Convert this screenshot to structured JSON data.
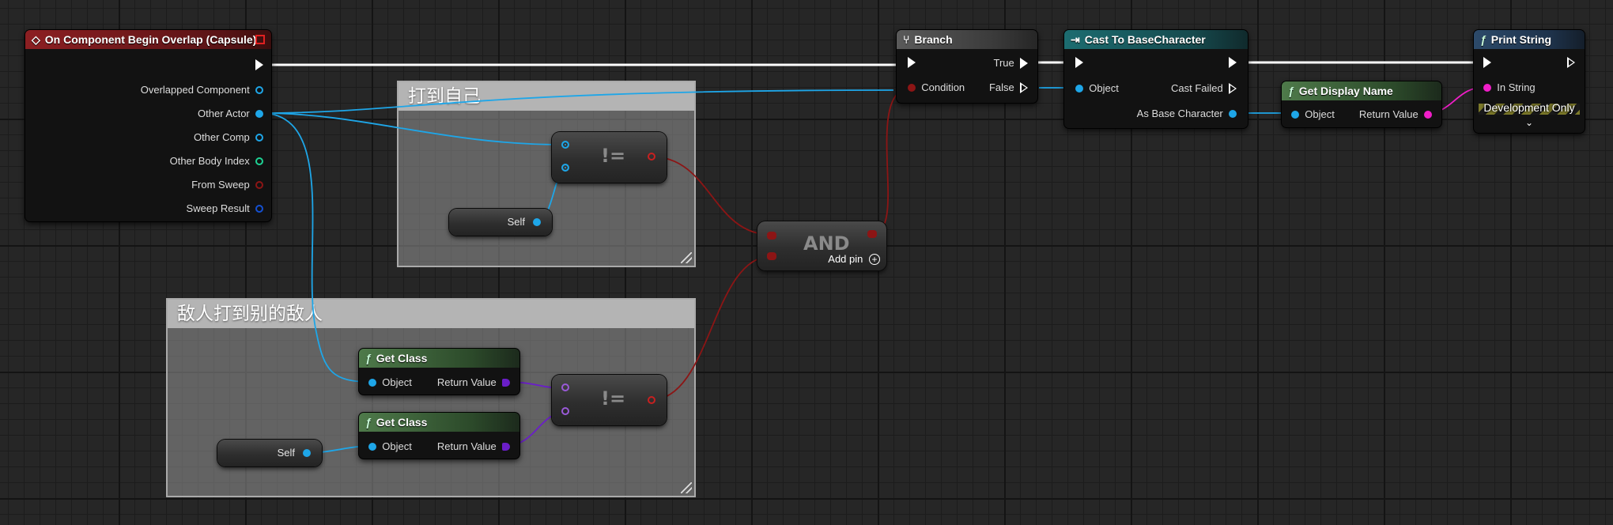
{
  "comments": {
    "self_hit": "打到自己",
    "enemy_hit": "敌人打到别的敌人"
  },
  "event_node": {
    "title": "On Component Begin Overlap (Capsule)",
    "pins": [
      "Overlapped Component",
      "Other Actor",
      "Other Comp",
      "Other Body Index",
      "From Sweep",
      "Sweep Result"
    ],
    "header_color": "#8c1f22"
  },
  "branch_node": {
    "title": "Branch",
    "true_label": "True",
    "false_label": "False",
    "condition_label": "Condition"
  },
  "cast_node": {
    "title": "Cast To BaseCharacter",
    "object_label": "Object",
    "cast_failed_label": "Cast Failed",
    "as_label": "As Base Character",
    "header_color": "#1c6c70"
  },
  "display_name_node": {
    "title": "Get Display Name",
    "object_label": "Object",
    "return_label": "Return Value"
  },
  "print_node": {
    "title": "Print String",
    "in_string_label": "In String",
    "dev_only_label": "Development Only"
  },
  "not_equal_1": {
    "symbol": "!="
  },
  "not_equal_2": {
    "symbol": "!="
  },
  "self_1": {
    "label": "Self"
  },
  "self_2": {
    "label": "Self"
  },
  "and_node": {
    "symbol": "AND",
    "add_pin_label": "Add pin"
  },
  "get_class_1": {
    "title": "Get Class",
    "object_label": "Object",
    "return_label": "Return Value"
  },
  "get_class_2": {
    "title": "Get Class",
    "object_label": "Object",
    "return_label": "Return Value"
  },
  "colors": {
    "object_pin": "#1ea6e8",
    "bool_pin": "#8c1515",
    "class_pin": "#6a1ec8",
    "string_pin": "#f01ec8",
    "int_pin": "#1ed294",
    "struct_pin": "#1450d2",
    "pure_header": "#4e7a4a",
    "exec_wire": "#ffffff"
  },
  "icons": {
    "event": "diamond-event-icon",
    "branch": "branch-icon",
    "cast": "cast-arrows-icon",
    "function": "function-f-icon",
    "add_pin": "plus-circle-icon",
    "expand": "chevron-down-icon",
    "delegate": "delegate-square-icon"
  }
}
